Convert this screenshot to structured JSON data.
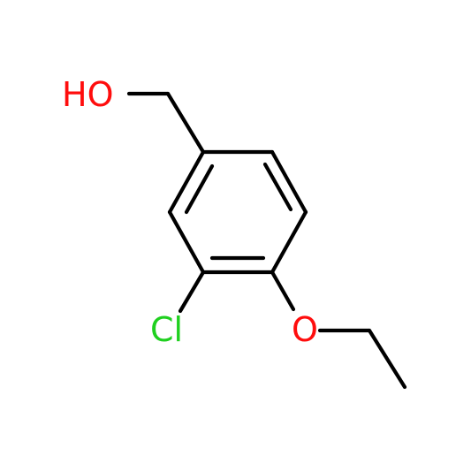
{
  "molecule": {
    "atoms": {
      "oh": {
        "label": "HO",
        "color": "#ff0d0d"
      },
      "cl": {
        "label": "Cl",
        "color": "#1fd01f"
      },
      "o": {
        "label": "O",
        "color": "#ff0d0d"
      }
    },
    "bond_color": "#000000",
    "background": "#ffffff"
  }
}
